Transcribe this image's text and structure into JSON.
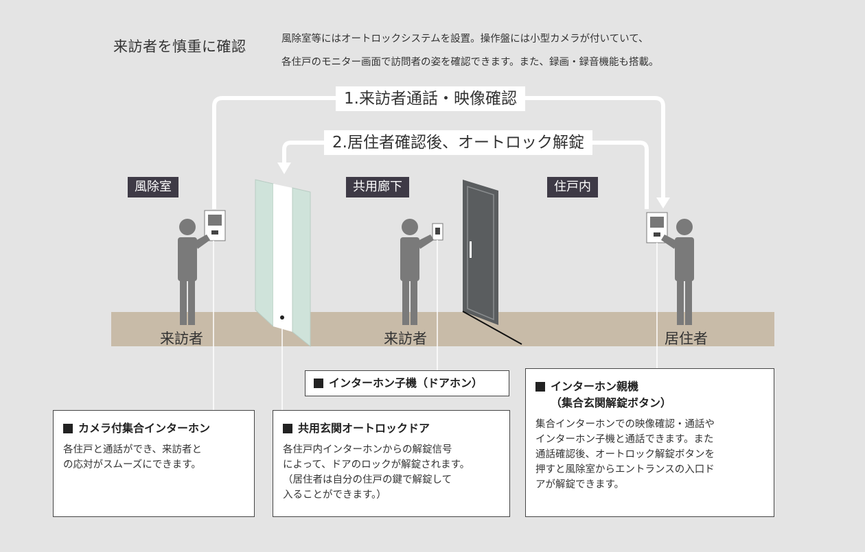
{
  "header": {
    "title": "来訪者を慎重に確認",
    "description_line1": "風除室等にはオートロックシステムを設置。操作盤には小型カメラが付いていて、",
    "description_line2": "各住戸のモニター画面で訪問者の姿を確認できます。また、録画・録音機能も搭載。"
  },
  "flows": [
    {
      "label": "1.来訪者通話・映像確認"
    },
    {
      "label": "2.居住者確認後、オートロック解錠"
    }
  ],
  "areas": {
    "vestibule": "風除室",
    "corridor": "共用廊下",
    "unit": "住戸内"
  },
  "people": {
    "visitor_vestibule": "来訪者",
    "visitor_corridor": "来訪者",
    "resident": "居住者"
  },
  "callouts": {
    "camera_intercom": {
      "title": "カメラ付集合インターホン",
      "text_line1": "各住戸と通話ができ、来訪者と",
      "text_line2": "の応対がスムーズにできます。"
    },
    "autolock_door": {
      "title": "共用玄関オートロックドア",
      "text_line1": "各住戸内インターホンからの解錠信号",
      "text_line2": "によって、ドアのロックが解錠されます。",
      "text_line3": "（居住者は自分の住戸の鍵で解錠して",
      "text_line4": "入ることができます。）"
    },
    "door_phone": {
      "title": "インターホン子機（ドアホン）"
    },
    "master_unit": {
      "title_line1": "インターホン親機",
      "title_line2": "（集合玄関解錠ボタン）",
      "text_line1": "集合インターホンでの映像確認・通話や",
      "text_line2": "インターホン子機と通話できます。また",
      "text_line3": "通話確認後、オートロック解錠ボタンを",
      "text_line4": "押すと風除室からエントランスの入口ド",
      "text_line5": "アが解錠できます。"
    }
  },
  "colors": {
    "background": "#e4e4e4",
    "floor": "#c8bba8",
    "figure": "#7a7a7a",
    "tag": "#3e3a46",
    "arrow": "#ffffff",
    "door_dark": "#5a5d5f",
    "glass": "#cfe3da"
  }
}
